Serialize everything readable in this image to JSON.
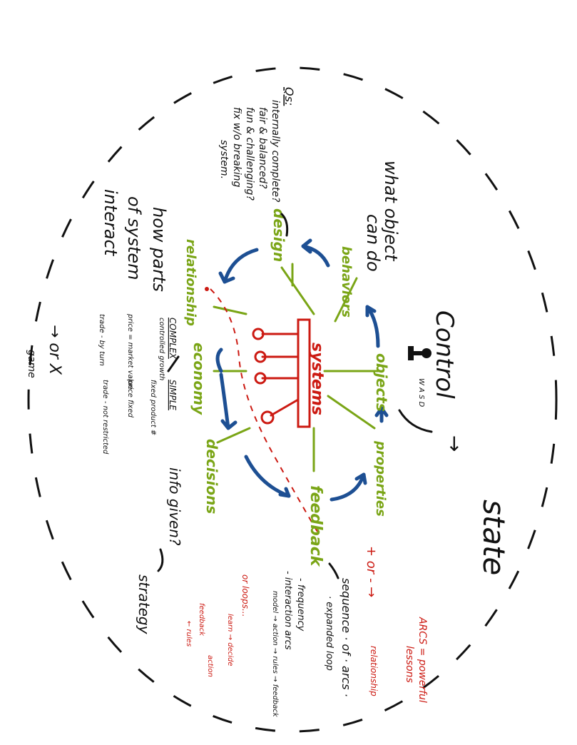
{
  "colors": {
    "ink": "#111111",
    "green": "#7aa516",
    "blue": "#1d4f93",
    "red": "#cc1a12",
    "background": "#ffffff"
  },
  "center": {
    "label": "systems"
  },
  "green_nodes": {
    "objects": "objects",
    "properties": "properties",
    "feedback": "feedback",
    "decisions": "decisions",
    "economy": "economy",
    "relationship": "relationship",
    "design": "design",
    "behaviors": "behaviors"
  },
  "annotations": {
    "control": "Control",
    "state": "state",
    "what_object_line1": "what object",
    "what_object_line2": "can do",
    "how_parts_line1": "how parts",
    "how_parts_line2": "of system",
    "how_parts_line3": "interact",
    "info_given": "info given?",
    "strategy": "strategy",
    "arrow_or_x": "→ or X",
    "game": "game",
    "ws_ad": "W A S D",
    "arrow_label": "→"
  },
  "qs": {
    "heading": "Qs:",
    "lines": [
      "internally complete?",
      "fair & balanced?",
      "fun & challenging?",
      "fix w/o breaking",
      "system."
    ]
  },
  "economy_table": {
    "complex_heading": "COMPLEX",
    "simple_heading": "SIMPLE",
    "rows": [
      {
        "complex": "controlled growth",
        "simple": "fixed product #"
      },
      {
        "complex": "price = market value",
        "simple": "price fixed"
      },
      {
        "complex": "trade - by turn",
        "simple": "trade - not restricted"
      }
    ]
  },
  "feedback_notes": {
    "sequence": "sequence · of · arcs ·",
    "expanded_loop": "· expanded loop",
    "frequency": "- frequency",
    "interaction_arcs": "- interaction arcs",
    "model_chain": "model → action → rules → feedback"
  },
  "red_notes": {
    "plus_or_minus": "+ or - →",
    "relationship": "relationship",
    "arcs_lessons_line1": "ARCS = powerful",
    "arcs_lessons_line2": "lessons",
    "or_loops": "or loops...",
    "learn_decide": "learn → decide",
    "action": "action",
    "feedback": "feedback",
    "rules": "← rules"
  }
}
